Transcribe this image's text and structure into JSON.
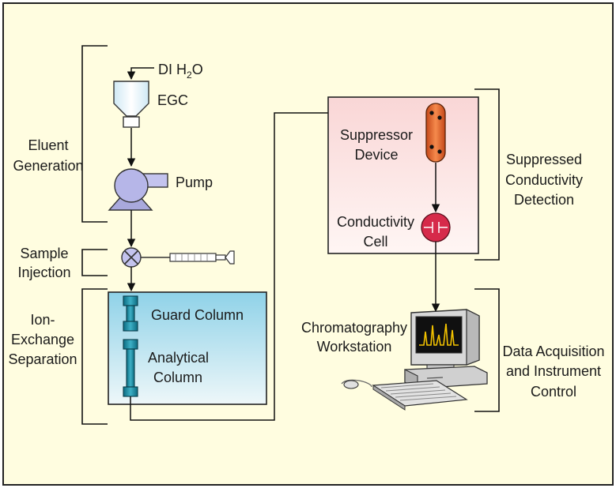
{
  "colors": {
    "background": "#fffde0",
    "separation_box": "#9fd8ea",
    "detection_box": "#fbe3e3",
    "suppressor": "#e8662a",
    "conductivity_cell": "#d62a4a",
    "pump": "#b6b6e8",
    "peaks": "#f2c200"
  },
  "eluent": {
    "source_label": "DI H",
    "source_subscript": "2",
    "source_suffix": "O",
    "egc_label": "EGC",
    "pump_label": "Pump",
    "group_label_line1": "Eluent",
    "group_label_line2": "Generation"
  },
  "injection": {
    "label_line1": "Sample",
    "label_line2": "Injection"
  },
  "separation": {
    "group_label_line1": "Ion-",
    "group_label_line2": "Exchange",
    "group_label_line3": "Separation",
    "guard_column": "Guard Column",
    "analytical_line1": "Analytical",
    "analytical_line2": "Column"
  },
  "detection": {
    "suppressor_line1": "Suppressor",
    "suppressor_line2": "Device",
    "cell_line1": "Conductivity",
    "cell_line2": "Cell",
    "group_label_line1": "Suppressed",
    "group_label_line2": "Conductivity",
    "group_label_line3": "Detection"
  },
  "workstation": {
    "label_line1": "Chromatography",
    "label_line2": "Workstation",
    "group_label_line1": "Data Acquisition",
    "group_label_line2": "and Instrument",
    "group_label_line3": "Control"
  }
}
